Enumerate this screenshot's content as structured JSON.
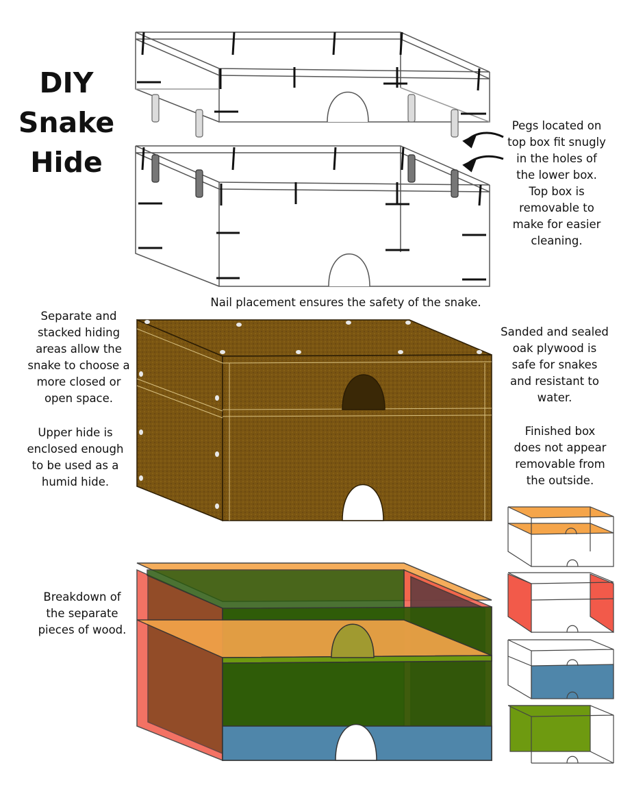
{
  "title": {
    "line1": "DIY",
    "line2": "Snake",
    "line3": "Hide"
  },
  "notes": {
    "pegs": "Pegs located on\ntop box fit snugly\nin the holes of\nthe lower box.\nTop box is\nremovable to\nmake for easier\ncleaning.",
    "nails": "Nail placement ensures the safety of the snake.",
    "stacked": "Separate and\nstacked hiding\nareas allow the\nsnake to choose a\nmore closed or\nopen space.",
    "upper": "Upper hide is\nenclosed enough\nto be used as a\nhumid hide.",
    "oak": "Sanded and sealed\noak plywood is\nsafe for snakes\nand resistant to\nwater.",
    "finished": "Finished box\ndoes not appear\nremovable from\nthe outside.",
    "breakdown": "Breakdown of\nthe separate\npieces of wood."
  },
  "colors": {
    "wood": "#7a5512",
    "wood_dark": "#5a3d0c",
    "orange": "#f5a54a",
    "red": "#f25a4a",
    "blue": "#4f86aa",
    "green": "#6e9a10",
    "outline": "#444444"
  },
  "icons": [
    "arrow-icon",
    "arrow-icon"
  ]
}
